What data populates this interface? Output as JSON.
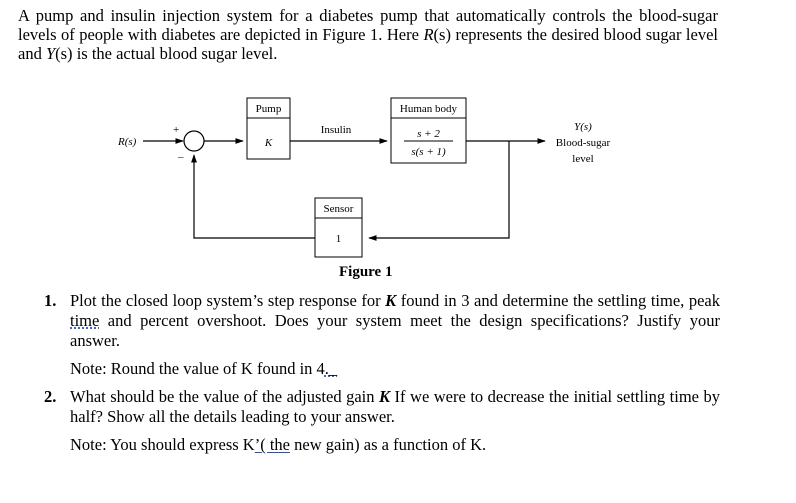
{
  "intro": {
    "p1": "A pump and insulin injection system for a diabetes pump that automatically controls the blood-sugar levels of people with diabetes are depicted in Figure 1. Here ",
    "rs": "R",
    "rs_arg": "(s)",
    "p2": " represents the desired blood sugar level and ",
    "ys": "Y",
    "ys_arg": "(s)",
    "p3": " is the actual blood sugar level."
  },
  "diagram": {
    "input_label": "R(s)",
    "plus_sign": "+",
    "minus_sign": "–",
    "pump_label": "Pump",
    "pump_gain": "K",
    "insulin_label": "Insulin",
    "body_label": "Human body",
    "tf_numerator": "s + 2",
    "tf_denominator": "s(s + 1)",
    "output_symbol": "Y(s)",
    "output_line1": "Blood-sugar",
    "output_line2": "level",
    "sensor_label": "Sensor",
    "sensor_gain": "1"
  },
  "figure_caption": "Figure 1",
  "questions": [
    {
      "number": "1.",
      "text_a": "Plot the closed loop system’s step response for ",
      "k": "K",
      "text_b": " found in 3 and determine the settling time, peak ",
      "time_word": "time",
      "text_c": " and percent overshoot. Does your system meet the design specifications? Justify your answer.",
      "note_a": "Note: Round the value of K found in 4",
      "note_b": "._"
    },
    {
      "number": "2.",
      "text_a": "What should be the value of the adjusted gain ",
      "k": "K",
      "text_b": " If we were to decrease the initial settling time by half? Show all the details leading to your answer.",
      "note_a": "Note: You should express K",
      "note_b": "’( the",
      "note_c": " new gain) as a function of K."
    }
  ]
}
